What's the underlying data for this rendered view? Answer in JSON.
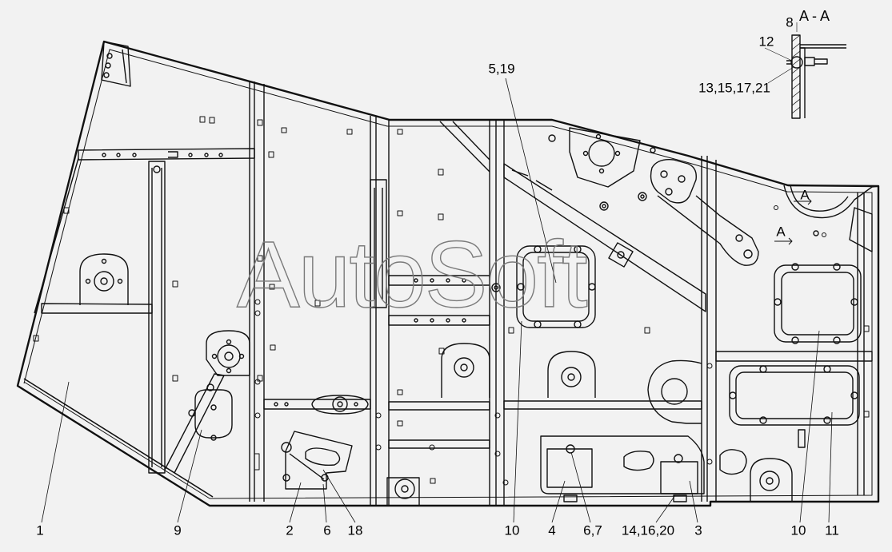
{
  "section": {
    "title": "A - A",
    "callouts": [
      "8",
      "12",
      "13,15,17,21"
    ]
  },
  "section_mark": "A",
  "parts": {
    "p1": "1",
    "p9": "9",
    "p2": "2",
    "p6": "6",
    "p18": "18",
    "p10a": "10",
    "p4": "4",
    "p67": "6,7",
    "p14": "14,16,20",
    "p3": "3",
    "p10b": "10",
    "p11": "11",
    "p519": "5,19"
  },
  "watermark": "AutoSoft",
  "colors": {
    "background": "#f2f2f2",
    "line": "#111111",
    "watermark": "#7a7a7a"
  }
}
